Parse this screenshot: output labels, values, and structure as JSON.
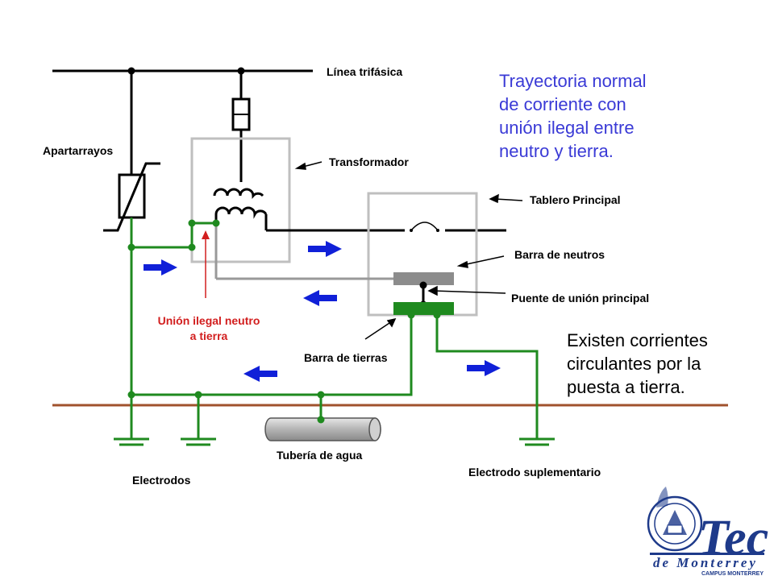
{
  "labels": {
    "linea_trifasica": "Línea trifásica",
    "apartarrayos": "Apartarrayos",
    "transformador": "Transformador",
    "tablero_principal": "Tablero Principal",
    "barra_neutros": "Barra de neutros",
    "puente_union": "Puente de unión principal",
    "union_ilegal_1": "Unión ilegal neutro",
    "union_ilegal_2": "a tierra",
    "barra_tierras": "Barra de tierras",
    "tuberia_agua": "Tubería de agua",
    "electrodos": "Electrodos",
    "electrodo_suplementario": "Electrodo suplementario"
  },
  "notes": {
    "trayectoria": [
      "Trayectoria normal",
      "de corriente con",
      "unión ilegal entre",
      "neutro y tierra."
    ],
    "existen": [
      "Existen corrientes",
      "circulantes por la",
      "puesta a tierra."
    ]
  },
  "logo": {
    "name": "Tec",
    "subtitle": "de Monterrey",
    "campus": "CAMPUS MONTERREY"
  },
  "colors": {
    "ground_wire": "#1f8a1f",
    "arrow": "#1020d8",
    "red": "#d21e1e",
    "earth_line": "#a0522d",
    "note_blue": "#3a3ad6",
    "logo_blue": "#1e3a8a"
  }
}
